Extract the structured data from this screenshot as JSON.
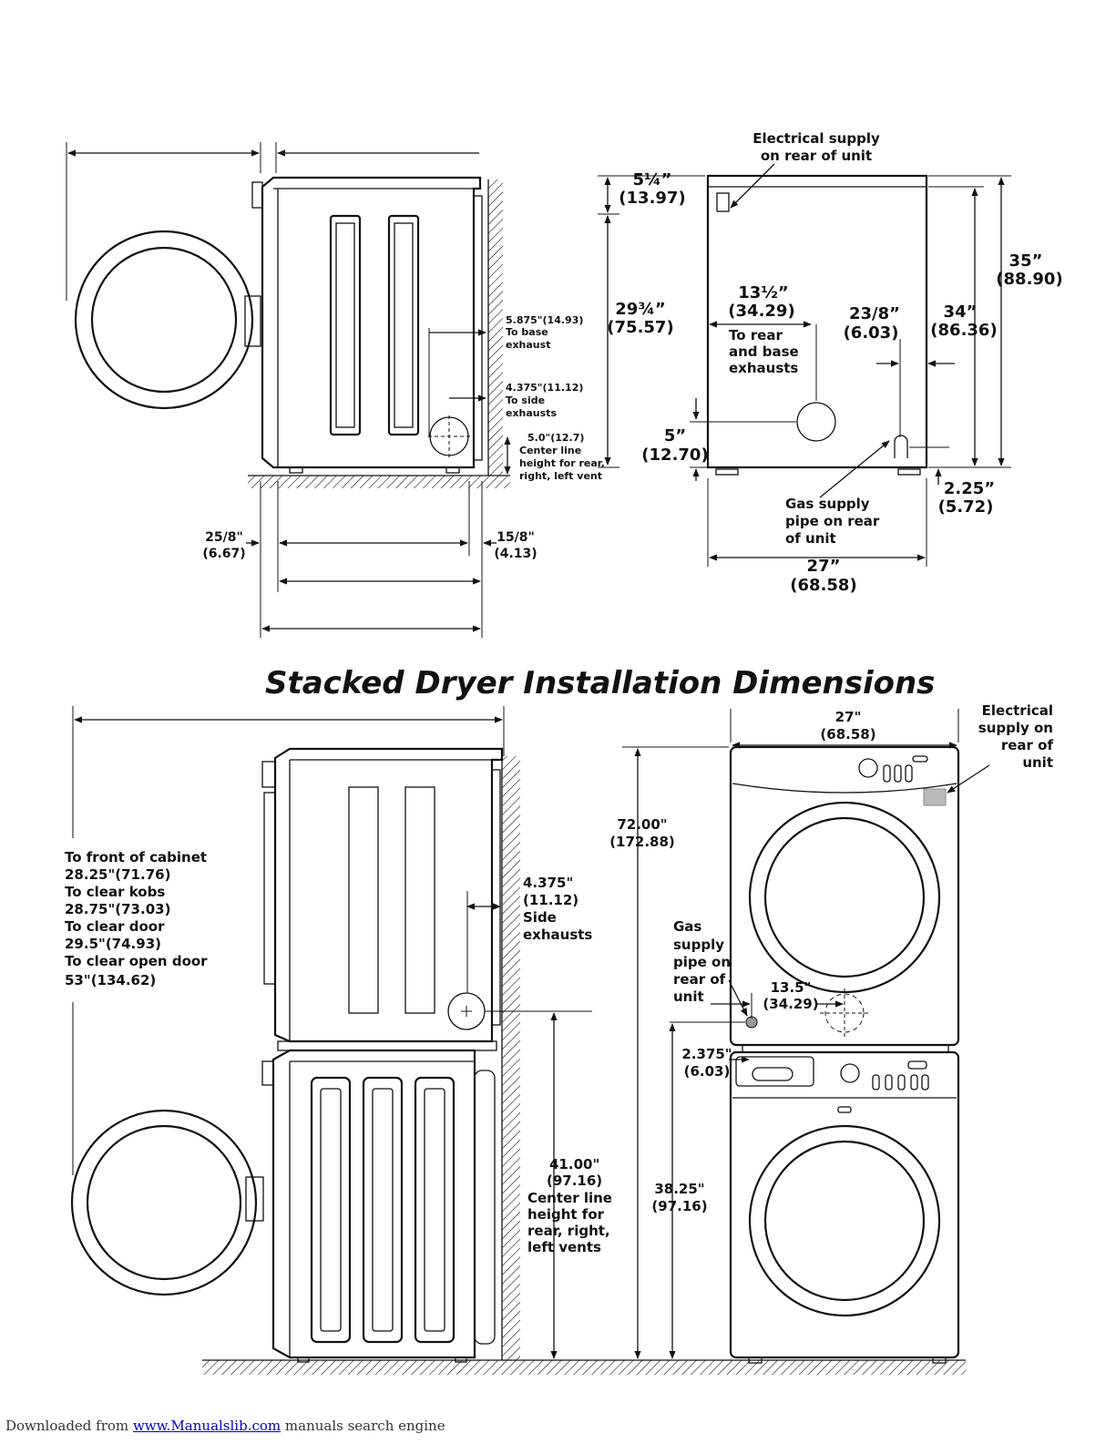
{
  "title": "Stacked Dryer Installation Dimensions",
  "top_side": {
    "base_exhaust": [
      "5.875\"(14.93)",
      "To base",
      "exhaust"
    ],
    "side_exhausts": [
      "4.375\"(11.12)",
      "To side",
      "exhausts"
    ],
    "center_line": [
      "5.0\"(12.7)",
      "Center line",
      "height for rear,",
      "right, left vent"
    ],
    "left_gap": [
      "25/8\"",
      "(6.67)"
    ],
    "right_gap": [
      "15/8\"",
      "(4.13)"
    ]
  },
  "top_rear": {
    "electrical": [
      "Electrical supply",
      "on rear of unit"
    ],
    "top_offset": [
      "5¼”",
      "(13.97)"
    ],
    "height_mid": [
      "29¾”",
      "(75.57)"
    ],
    "rear_exhaust": [
      "13½”",
      "(34.29)",
      "To rear",
      "and base",
      "exhausts"
    ],
    "gas_offset": [
      "23/8”",
      "(6.03)"
    ],
    "total_height": [
      "35”",
      "(88.90)"
    ],
    "cabinet_height": [
      "34”",
      "(86.36)"
    ],
    "bottom_offset": [
      "5”",
      "(12.70)"
    ],
    "feet": [
      "2.25”",
      "(5.72)"
    ],
    "gas_supply": [
      "Gas supply",
      "pipe on rear",
      "of unit"
    ],
    "width": [
      "27”",
      "(68.58)"
    ]
  },
  "bottom_side": {
    "clearances": [
      "To front of cabinet",
      "28.25\"(71.76)",
      "To clear kobs",
      "28.75\"(73.03)",
      "To clear door",
      "29.5\"(74.93)",
      "To clear open door",
      "53\"(134.62)"
    ],
    "side_exhausts": [
      "4.375\"",
      "(11.12)",
      "Side",
      "exhausts"
    ],
    "center_line": [
      "41.00\"",
      "(97.16)",
      "Center line",
      "height for",
      "rear, right,",
      "left vents"
    ]
  },
  "bottom_front": {
    "width": [
      "27\"",
      "(68.58)"
    ],
    "electrical": [
      "Electrical",
      "supply on",
      "rear of",
      "unit"
    ],
    "total_height": [
      "72.00\"",
      "(172.88)"
    ],
    "gas_supply": [
      "Gas",
      "supply",
      "pipe on",
      "rear of",
      "unit"
    ],
    "exhaust_offset": [
      "13.5\"",
      "(34.29)"
    ],
    "gas_offset": [
      "2.375\"",
      "(6.03)"
    ],
    "vent_height": [
      "38.25\"",
      "(97.16)"
    ]
  },
  "footer": {
    "prefix": "Downloaded from",
    "link": "www.Manualslib.com",
    "suffix": "manuals search engine"
  }
}
